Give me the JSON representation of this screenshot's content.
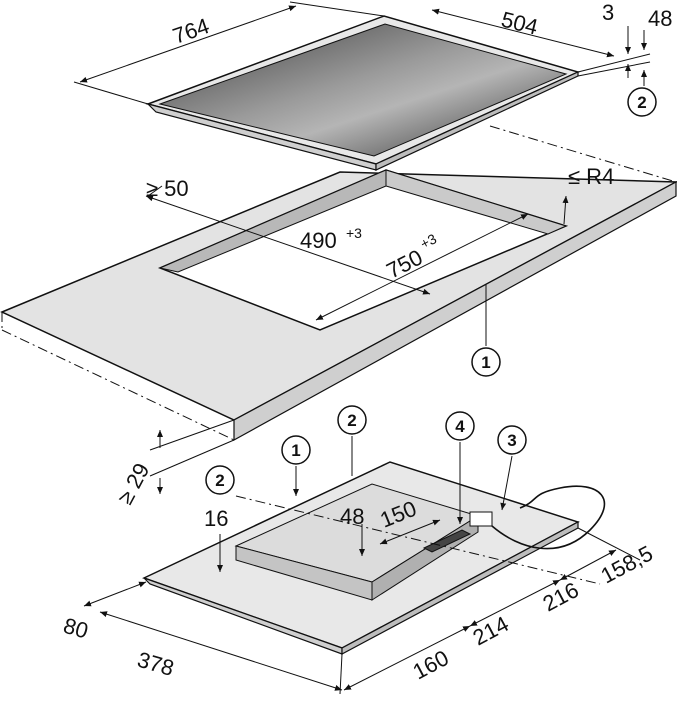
{
  "diagram": {
    "hob": {
      "depth": "764",
      "width": "504",
      "rim_height": "3",
      "total_height": "48",
      "callout": "2"
    },
    "cutout": {
      "min_front_edge": "≥ 50",
      "depth": "490",
      "depth_tolerance": "+3",
      "width": "750",
      "width_tolerance": "+3",
      "corner_radius": "≤ R4",
      "callout": "1"
    },
    "worktop": {
      "min_thickness": "≥ 29"
    },
    "underside": {
      "callouts": [
        "1",
        "2",
        "2",
        "4",
        "3"
      ],
      "depth_left": "16",
      "depth_mid": "48",
      "box_width": "150",
      "right_dims": [
        "158,5",
        "216",
        "214",
        "160"
      ],
      "front_dims": [
        "80",
        "378"
      ]
    }
  }
}
